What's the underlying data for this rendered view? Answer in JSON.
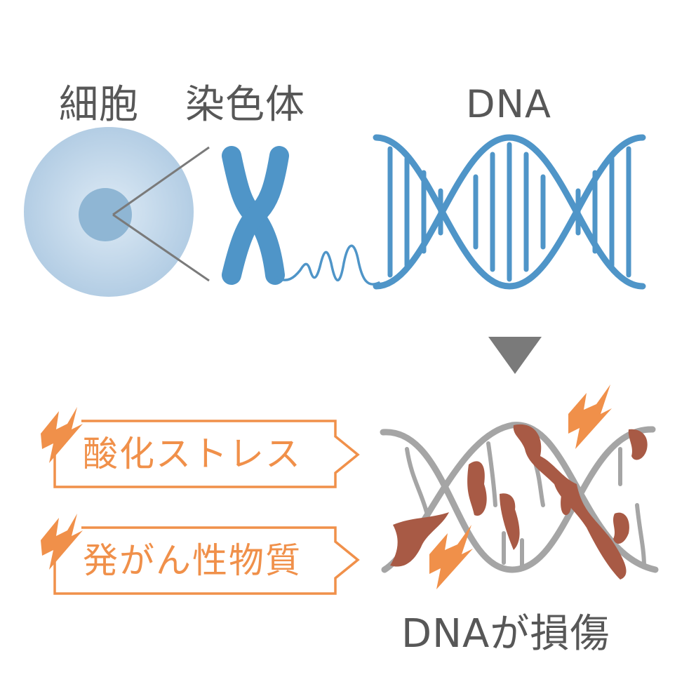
{
  "labels": {
    "cell": "細胞",
    "chromosome": "染色体",
    "dna": "DNA",
    "oxidative_stress": "酸化ストレス",
    "carcinogen": "発がん性物質",
    "dna_damage": "DNAが損傷"
  },
  "colors": {
    "blue": "#4f95c8",
    "cell_outer": "#c3d8ea",
    "cell_nucleus": "#8fb6d4",
    "gray_text": "#575757",
    "orange": "#f0904a",
    "damage_brown": "#a85a45",
    "strand_gray": "#a5a5a5",
    "arrow_gray": "#7a7a7a"
  },
  "icons": {
    "cause_1": "lightning-bolt-icon",
    "cause_2": "lightning-bolt-icon",
    "damage_1": "lightning-bolt-icon",
    "damage_2": "lightning-bolt-icon",
    "flow": "down-triangle-arrow-icon"
  }
}
